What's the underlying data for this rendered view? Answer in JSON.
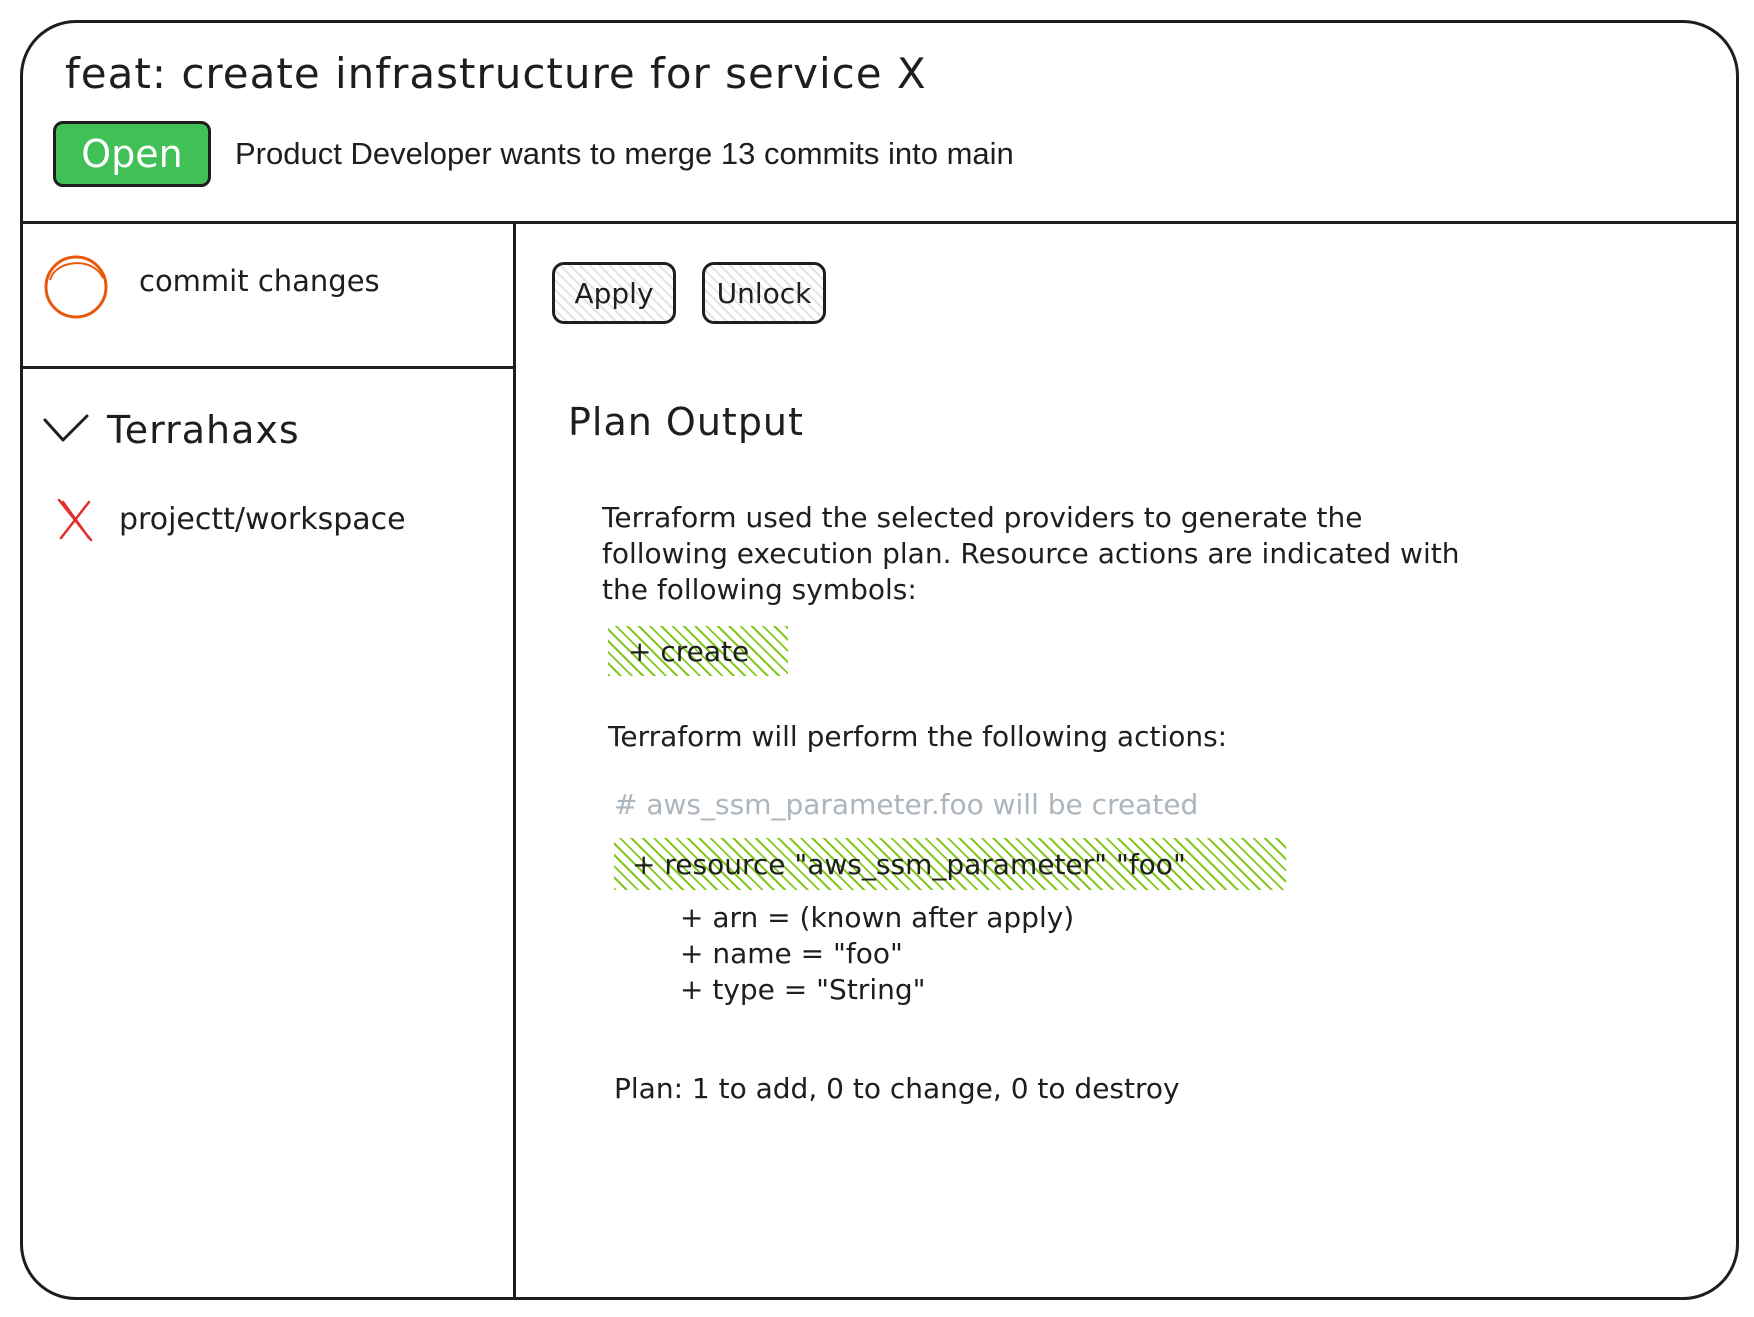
{
  "pull_request": {
    "title": "feat: create infrastructure for service X",
    "status": "Open",
    "merge_info": "Product Developer wants to merge 13 commits into main"
  },
  "sidebar": {
    "commit_label": "commit changes",
    "group_label": "Terrahaxs",
    "workspace_label": "projectt/workspace"
  },
  "toolbar": {
    "apply_label": "Apply",
    "unlock_label": "Unlock"
  },
  "plan": {
    "heading": "Plan Output",
    "intro": "Terraform used the selected providers to generate the following execution plan. Resource actions are indicated with the following symbols:",
    "symbol_create": "+ create",
    "actions_heading": "Terraform will perform the following actions:",
    "resource_comment": "# aws_ssm_parameter.foo will be created",
    "resource_line": "+ resource \"aws_ssm_parameter\" \"foo\"",
    "attributes": [
      "+ arn = (known after apply)",
      "+ name = \"foo\"",
      "+ type = \"String\""
    ],
    "summary": "Plan: 1 to add, 0 to change, 0 to destroy"
  },
  "colors": {
    "status_open": "#40c057",
    "pending_ring": "#e8590c",
    "failed_mark": "#e03131",
    "diff_add_hatch": "#82c91e",
    "comment_text": "#adb5bd",
    "stroke": "#1e1e1e"
  },
  "icons": {
    "commit_status": "pending-circle-icon",
    "group_toggle": "chevron-down-icon",
    "workspace_status": "failed-x-icon"
  }
}
